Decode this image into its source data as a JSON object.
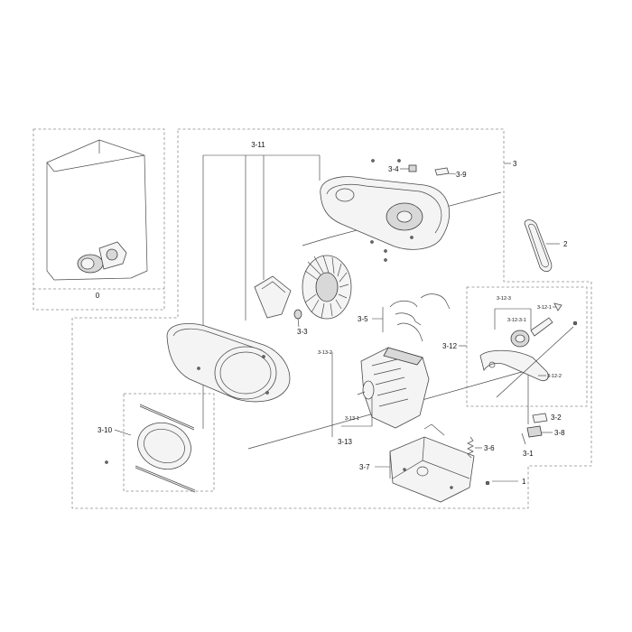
{
  "labels": {
    "p0": "0",
    "p1": "1",
    "p2": "2",
    "p3": "3",
    "p3_1": "3-1",
    "p3_2": "3-2",
    "p3_3": "3-3",
    "p3_4": "3-4",
    "p3_5": "3-5",
    "p3_6": "3-6",
    "p3_7": "3-7",
    "p3_8": "3-8",
    "p3_9": "3-9",
    "p3_10": "3-10",
    "p3_11": "3-11",
    "p3_12": "3-12",
    "p3_12_1": "3-12-1",
    "p3_12_2": "3-12-2",
    "p3_12_3": "3-12-3",
    "p3_12_3_1": "3-12-3-1",
    "p3_13": "3-13",
    "p3_13_1": "3-13-1",
    "p3_13_2": "3-13-2"
  }
}
